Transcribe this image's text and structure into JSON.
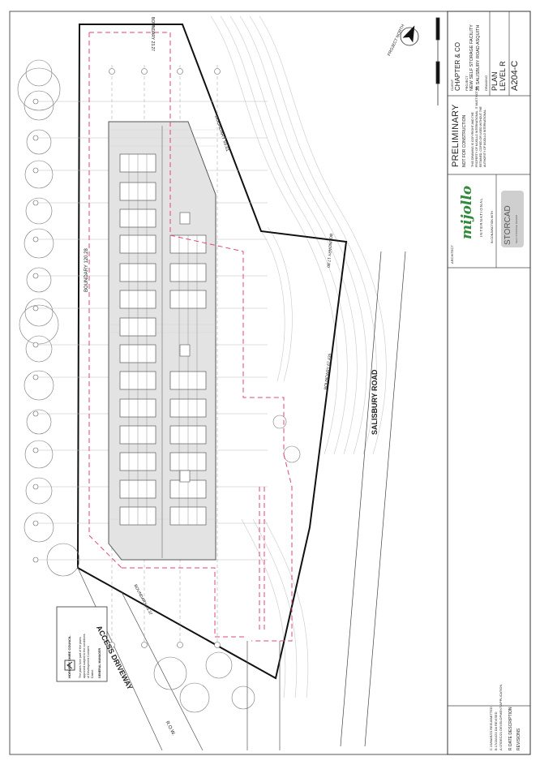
{
  "title_block": {
    "client_label": "CLIENT",
    "client": "CHAPTER & CO",
    "project_label": "PROJECT",
    "project_line1": "NEW SELF STORAGE FACILITY",
    "project_line2": "28 SALISBURY ROAD ASQUITH",
    "drawing_label": "DRAWING",
    "drawing_line1": "PLAN",
    "drawing_line2": "LEVEL R",
    "drawing_no": "A204-C",
    "status": "PRELIMINARY",
    "status_sub": "NOT FOR CONSTRUCTION",
    "architect_label": "ARCHITECT",
    "architect_logo": "mijollo",
    "architect_sub": "INTERNATIONAL",
    "conjunction": "IN CONJUNCTION WITH",
    "partner": "STORCAD",
    "partner_sub": "SELF STORAGE DESIGN",
    "copyright_lines": [
      "THIS DRAWING IS COPYRIGHT AND THE",
      "PROPERTY OF MIJOLLO INTERNATIONAL. IT MUST NOT BE",
      "RETAINED, COPIED OR USED WITHOUT THE",
      "AUTHORITY OF MIJOLLO INTERNATIONAL."
    ],
    "revisions_label": "REVISIONS",
    "revisions_header": "R DATE  DESCRIPTION",
    "revisions": [
      "C  23/MAR/23   RESUBMITTED",
      "B  17/JAN/23   DA REVISED",
      "A  07/DEC/21   DEVELOPMENT APPLICATION"
    ]
  },
  "site": {
    "boundary_top": "BOUNDARY 23.27",
    "boundary_upper_right": "BOUNDARY 69.61",
    "boundary_mid_right": "BOUNDARY 17.80",
    "boundary_left": "BOUNDARY 120.28",
    "boundary_lower_right": "BOUNDARY 67.435",
    "boundary_bottom": "BOUNDARY 63.37",
    "road": "SALISBURY ROAD",
    "driveway": "ACCESS DRIVEWAY",
    "row": "R.O.W.",
    "north_label": "PROJECT NORTH"
  },
  "stamp": {
    "org": "HORNSBY SHIRE COUNCIL",
    "lines": [
      "The plans form part of the plans",
      "approved subject to the conditions",
      "of Development Consent",
      "Dated:"
    ],
    "manager": "GENERAL MANAGER"
  }
}
